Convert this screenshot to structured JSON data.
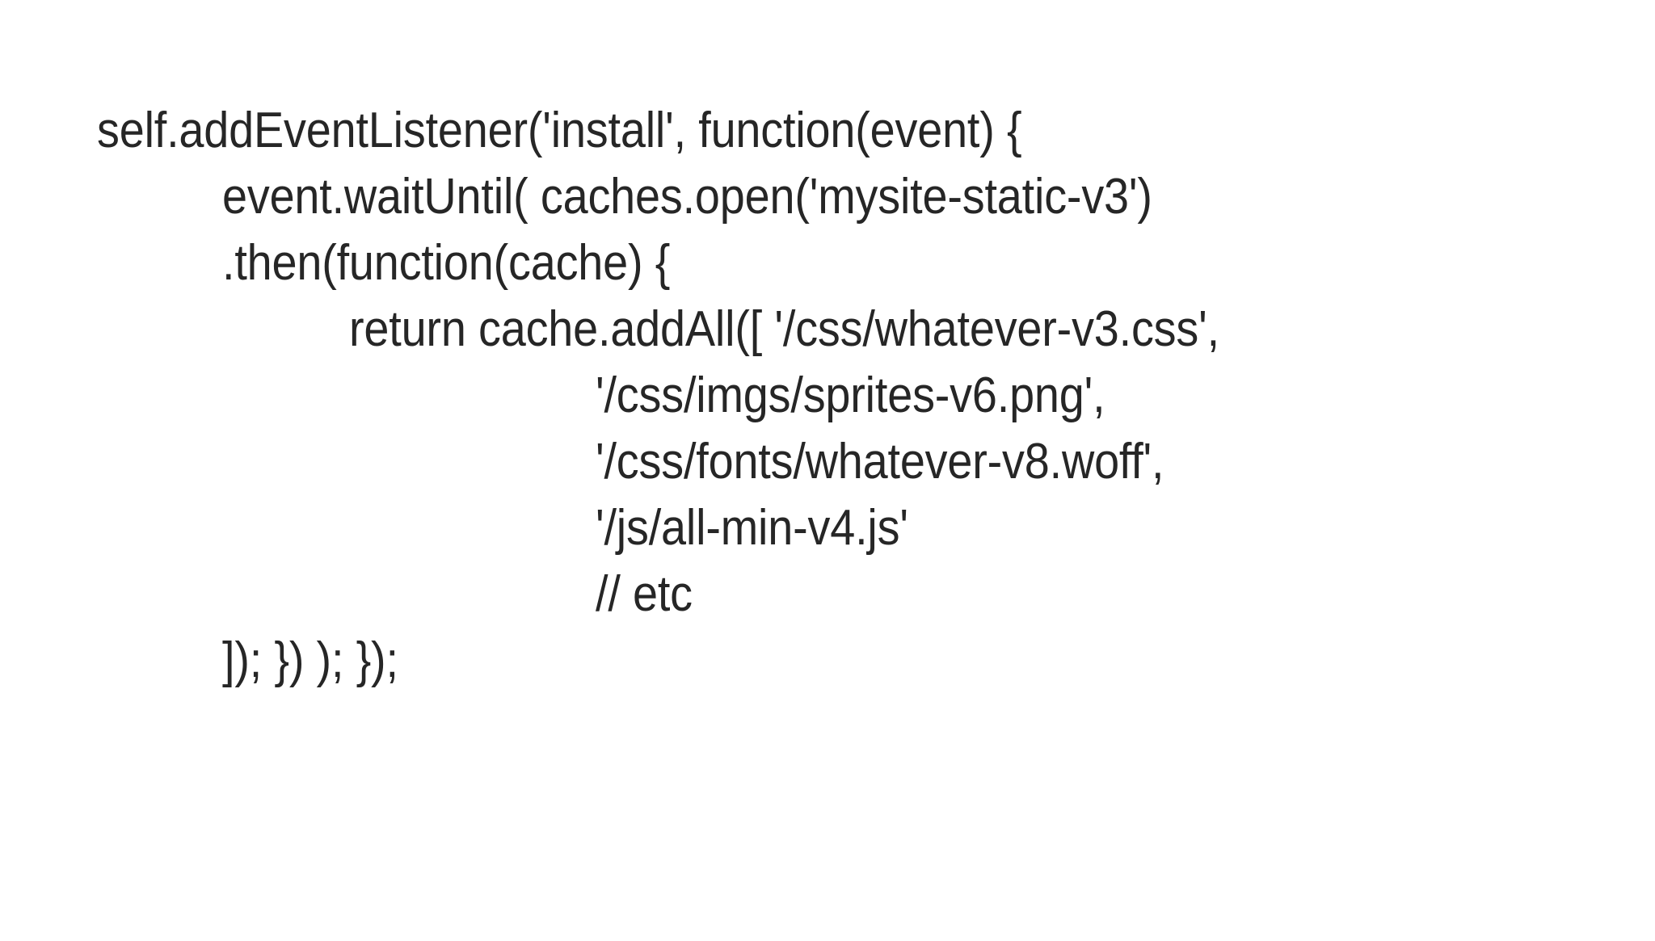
{
  "slide": {
    "background_color": "#ffffff",
    "text_color": "#262626",
    "language": "javascript",
    "title": "Service worker install / cache.addAll snippet"
  },
  "code": {
    "lines": [
      {
        "text": "self.addEventListener('install', function(event) {",
        "indent": 0
      },
      {
        "text": "event.waitUntil( caches.open('mysite-static-v3')",
        "indent": 1
      },
      {
        "text": ".then(function(cache) {",
        "indent": 1
      },
      {
        "text": "return cache.addAll([ '/css/whatever-v3.css',",
        "indent": 2
      },
      {
        "text": "'/css/imgs/sprites-v6.png',",
        "indent": 3
      },
      {
        "text": "'/css/fonts/whatever-v8.woff',",
        "indent": 3
      },
      {
        "text": "'/js/all-min-v4.js'",
        "indent": 3
      },
      {
        "text": "// etc",
        "indent": 3
      },
      {
        "text": "]); }) ); });",
        "indent": 1
      }
    ]
  }
}
